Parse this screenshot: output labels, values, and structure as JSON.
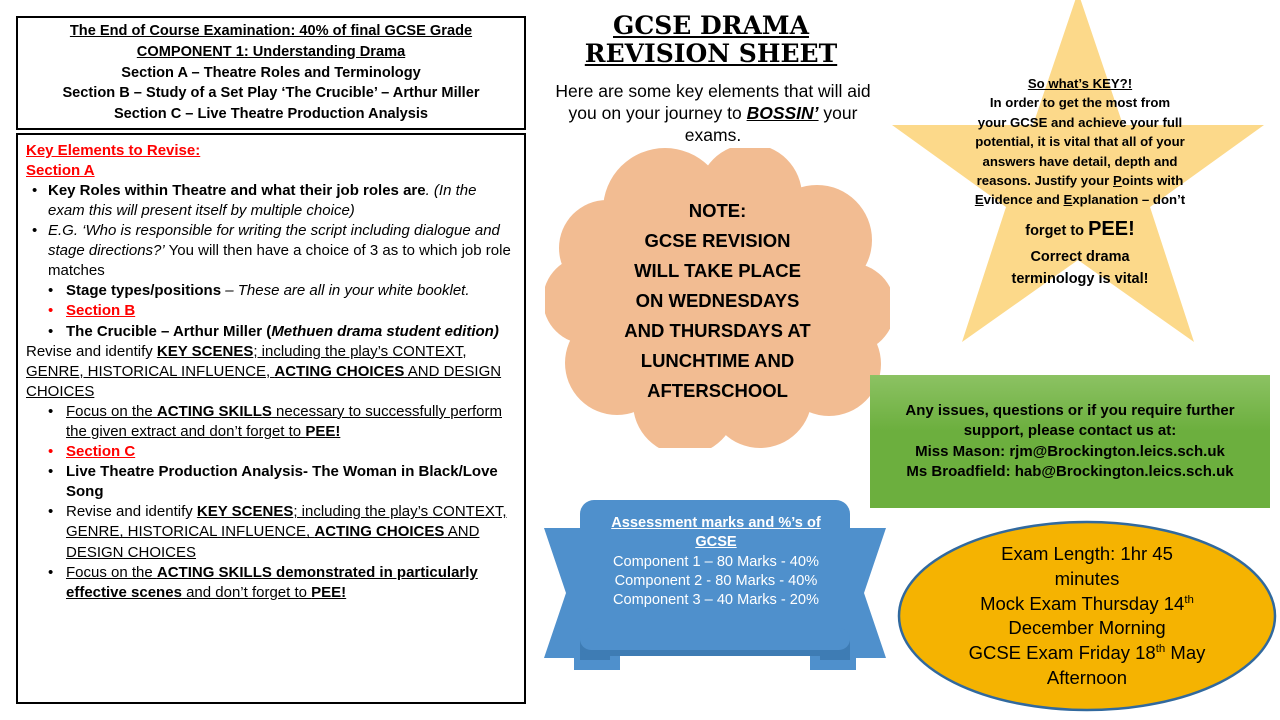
{
  "header_box": {
    "lines": [
      "The End of Course Examination: 40% of final GCSE Grade",
      "COMPONENT 1: Understanding Drama",
      "Section A – Theatre Roles and Terminology",
      "Section B – Study of a Set Play ‘The Crucible’ – Arthur Miller",
      "Section C – Live Theatre Production Analysis"
    ]
  },
  "body_box": {
    "key_elements_heading": "Key Elements to Revise:",
    "section_a_heading": "Section A",
    "bullet_a1_bold": "Key Roles within Theatre and what their job roles are",
    "bullet_a1_rest": ". (In the exam this will present itself by multiple choice)",
    "bullet_a2_italic": "E.G. ‘Who is responsible for writing the script including dialogue and stage directions?’",
    "bullet_a2_rest": " You will then have a choice of 3 as to which job role matches",
    "bullet_a3_bold": "Stage types/positions",
    "bullet_a3_rest": " – These are all in your white booklet.",
    "section_b_heading": "Section B",
    "bullet_b1_bold": "The Crucible – Arthur Miller (",
    "bullet_b1_italic": "Methuen drama student edition)",
    "flow_b_1": "Revise and identify ",
    "flow_b_keyscenes": "KEY SCENES",
    "flow_b_2": "; including the play’s ",
    "flow_b_context": "CONTEXT, GENRE, HISTORICAL INFLUENCE, ",
    "flow_b_acting": "ACTING CHOICES",
    "flow_b_3": " AND DESIGN CHOICES",
    "bullet_b2_1": "Focus on the ",
    "bullet_b2_acting": "ACTING SKILLS",
    "bullet_b2_2": " necessary to successfully perform the given extract and don’t forget to ",
    "bullet_b2_pee": "PEE!",
    "section_c_heading": "Section C",
    "bullet_c1": "Live Theatre Production Analysis- The Woman in Black/Love Song",
    "bullet_c2_1": "Revise and identify ",
    "bullet_c2_keyscenes": "KEY SCENES",
    "bullet_c2_2": "; including the play’s ",
    "bullet_c2_context": "CONTEXT, GENRE, HISTORICAL INFLUENCE, ",
    "bullet_c2_acting": "ACTING CHOICES",
    "bullet_c2_3": " AND DESIGN CHOICES",
    "bullet_c3_1": "Focus on the ",
    "bullet_c3_bold": "ACTING SKILLS demonstrated in particularly effective scenes",
    "bullet_c3_2": " and don’t forget to ",
    "bullet_c3_pee": "PEE!"
  },
  "title": {
    "line1": "GCSE DRAMA",
    "line2": "REVISION SHEET"
  },
  "intro": {
    "part1": "Here are some key elements that will aid you on your journey to ",
    "emphasis": "BOSSIN’",
    "part2": " your exams."
  },
  "cloud": {
    "lines": [
      "NOTE:",
      "GCSE REVISION",
      "WILL TAKE PLACE",
      "ON WEDNESDAYS",
      "AND THURSDAYS AT",
      "LUNCHTIME AND",
      "AFTERSCHOOL"
    ]
  },
  "star": {
    "heading": "So what’s KEY?!",
    "body_a": "In order to get the most from your GCSE and achieve your full potential, it is vital that all of your answers have detail, depth and reasons. Justify your ",
    "p_letter": "P",
    "body_b": "oints with ",
    "e_letter": "E",
    "body_c": "vidence and ",
    "e_letter2": "E",
    "body_d": "xplanation – don’t",
    "pee_pre": "forget to ",
    "pee_big": "PEE!",
    "closer_line1": "Correct drama",
    "closer_line2": "terminology is vital!"
  },
  "green_box": {
    "lines": [
      "Any issues, questions or if you require further",
      "support, please contact us at:",
      "Miss Mason: rjm@Brockington.leics.sch.uk",
      "Ms Broadfield: hab@Brockington.leics.sch.uk"
    ]
  },
  "ribbon": {
    "heading_line1": "Assessment marks and %’s of",
    "heading_line2": "GCSE",
    "rows": [
      "Component 1 – 80 Marks - 40%",
      "Component 2 -  80 Marks - 40%",
      "Component 3 – 40 Marks - 20%"
    ]
  },
  "ellipse": {
    "line1": "Exam Length: 1hr 45",
    "line2": "minutes",
    "line3_pre": "Mock Exam Thursday 14",
    "line3_sup": "th",
    "line4": "December Morning",
    "line5_pre": "GCSE Exam Friday 18",
    "line5_sup": "th",
    "line5_post": " May",
    "line6": "Afternoon"
  },
  "colors": {
    "cloud": "#F2BC92",
    "star": "#FCD98A",
    "green": "#6CAF3E",
    "ribbon_blue": "#4F90CC",
    "ribbon_blue_dark": "#3E7CB4",
    "ellipse_orange": "#F5B301",
    "ellipse_outline": "#31699E",
    "red": "#FF0000"
  }
}
